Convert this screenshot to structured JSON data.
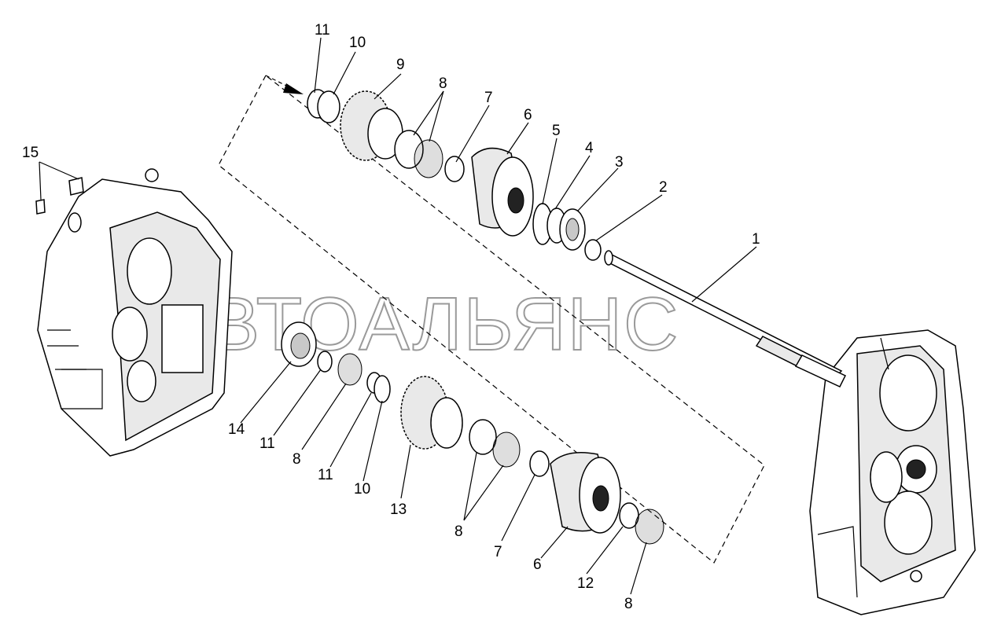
{
  "watermark": "АВТОАЛЬЯНС",
  "callouts": {
    "c1": "1",
    "c2": "2",
    "c3": "3",
    "c4": "4",
    "c5": "5",
    "c6a": "6",
    "c7a": "7",
    "c8a": "8",
    "c9": "9",
    "c10a": "10",
    "c11a": "11",
    "c15": "15",
    "c14": "14",
    "c11b": "11",
    "c8b": "8",
    "c11c": "11",
    "c10b": "10",
    "c13": "13",
    "c8c": "8",
    "c7b": "7",
    "c6b": "6",
    "c12": "12",
    "c8d": "8"
  }
}
